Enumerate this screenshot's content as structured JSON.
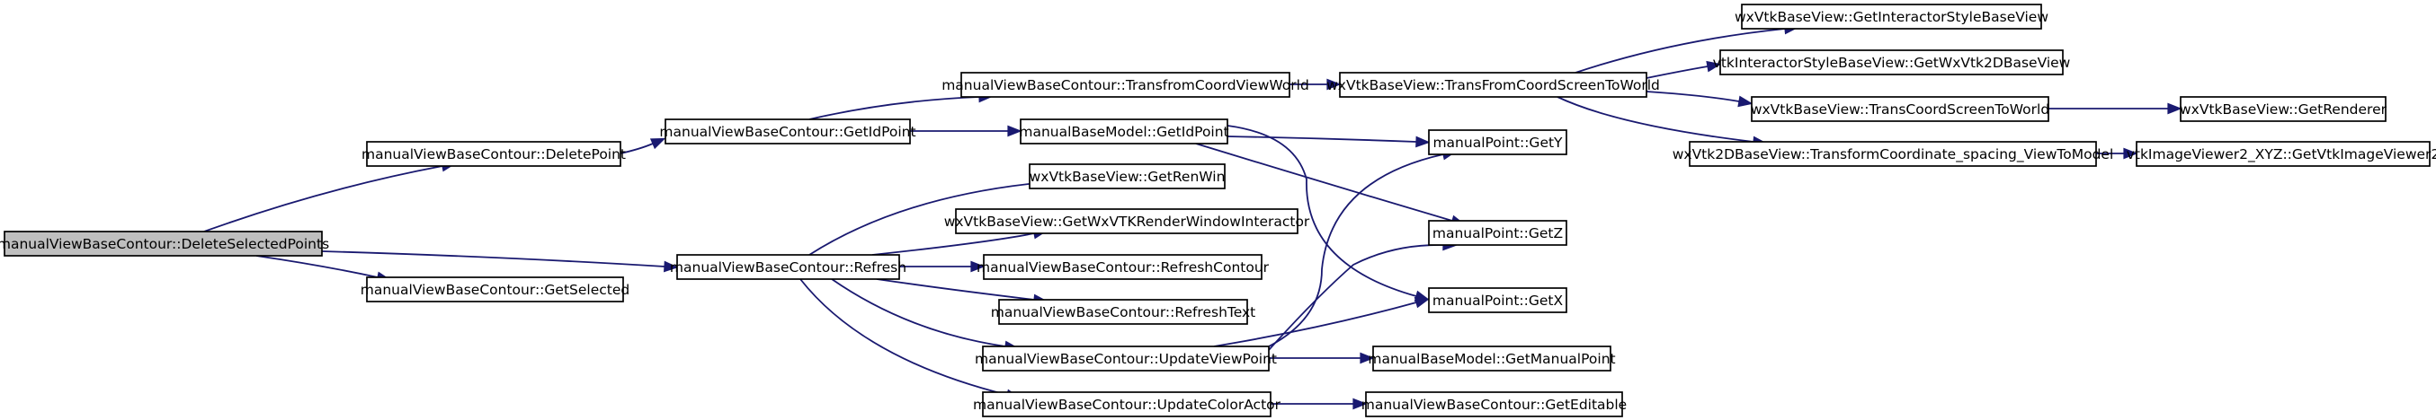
{
  "graph": {
    "nodes": {
      "n0": "manualViewBaseContour::DeleteSelectedPoints",
      "n1": "manualViewBaseContour::DeletePoint",
      "n2": "manualViewBaseContour::GetSelected",
      "n3": "manualViewBaseContour::Refresh",
      "n4": "manualViewBaseContour::GetIdPoint",
      "n5": "manualViewBaseContour::TransfromCoordViewWorld",
      "n6": "manualBaseModel::GetIdPoint",
      "n7": "wxVtkBaseView::TransFromCoordScreenToWorld",
      "n8": "wxVtkBaseView::GetInteractorStyleBaseView",
      "n9": "vtkInteractorStyleBaseView::GetWxVtk2DBaseView",
      "n10": "wxVtkBaseView::TransCoordScreenToWorld",
      "n11": "wxVtk2DBaseView::TransformCoordinate_spacing_ViewToModel",
      "n12": "wxVtkBaseView::GetRenderer",
      "n13": "vtkImageViewer2_XYZ::GetVtkImageViewer2",
      "n14": "manualPoint::GetY",
      "n15": "manualPoint::GetZ",
      "n16": "manualPoint::GetX",
      "n17": "wxVtkBaseView::GetRenWin",
      "n18": "wxVtkBaseView::GetWxVTKRenderWindowInteractor",
      "n19": "manualViewBaseContour::RefreshContour",
      "n20": "manualViewBaseContour::RefreshText",
      "n21": "manualViewBaseContour::UpdateViewPoint",
      "n22": "manualViewBaseContour::UpdateColorActor",
      "n23": "manualBaseModel::GetManualPoint",
      "n24": "manualViewBaseContour::GetEditable"
    },
    "edges": [
      [
        "n0",
        "n1"
      ],
      [
        "n0",
        "n2"
      ],
      [
        "n0",
        "n3"
      ],
      [
        "n1",
        "n4"
      ],
      [
        "n4",
        "n5"
      ],
      [
        "n4",
        "n6"
      ],
      [
        "n5",
        "n7"
      ],
      [
        "n7",
        "n8"
      ],
      [
        "n7",
        "n9"
      ],
      [
        "n7",
        "n10"
      ],
      [
        "n7",
        "n11"
      ],
      [
        "n10",
        "n12"
      ],
      [
        "n11",
        "n13"
      ],
      [
        "n6",
        "n14"
      ],
      [
        "n6",
        "n15"
      ],
      [
        "n6",
        "n16"
      ],
      [
        "n3",
        "n17"
      ],
      [
        "n3",
        "n18"
      ],
      [
        "n3",
        "n19"
      ],
      [
        "n3",
        "n20"
      ],
      [
        "n3",
        "n21"
      ],
      [
        "n3",
        "n22"
      ],
      [
        "n21",
        "n14"
      ],
      [
        "n21",
        "n15"
      ],
      [
        "n21",
        "n16"
      ],
      [
        "n21",
        "n23"
      ],
      [
        "n22",
        "n24"
      ]
    ],
    "root": "n0",
    "colors": {
      "edge": "#191970",
      "root_fill": "#bfbfbf",
      "node_fill": "#ffffff"
    }
  }
}
